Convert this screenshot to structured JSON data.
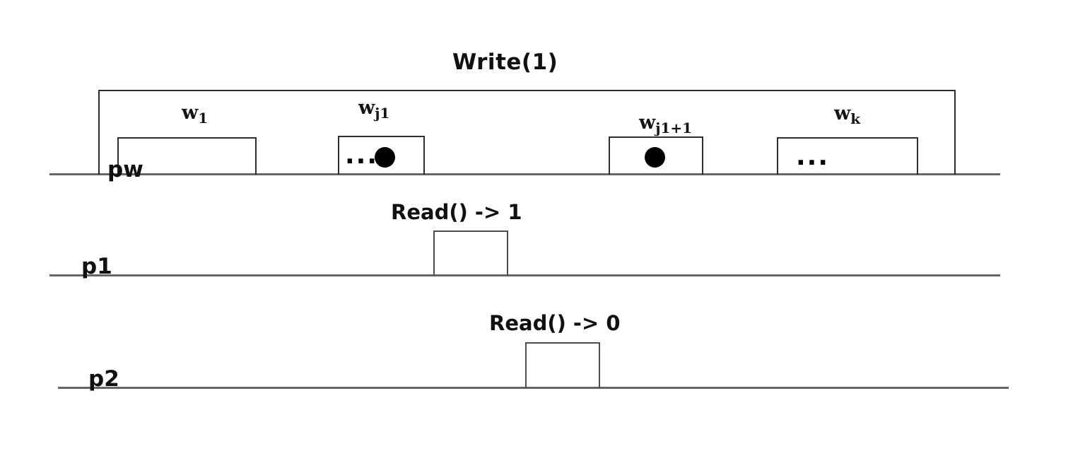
{
  "colors": {
    "background": "#ffffff",
    "timeline": "#666666",
    "box_border": "#2b2b2b",
    "text": "#111111"
  },
  "title": "Write(1)",
  "processes": [
    {
      "label": "pw"
    },
    {
      "label": "p1"
    },
    {
      "label": "p2"
    }
  ],
  "writes": [
    {
      "base": "w",
      "sub": "1",
      "marker": "none"
    },
    {
      "base": "w",
      "sub": "j1",
      "marker": "ellipsis+bullet"
    },
    {
      "base": "w",
      "sub": "j1+1",
      "marker": "bullet"
    },
    {
      "base": "w",
      "sub": "k",
      "marker": "ellipsis"
    }
  ],
  "reads": [
    {
      "label": "Read() -> 1",
      "process": "p1"
    },
    {
      "label": "Read() -> 0",
      "process": "p2"
    }
  ],
  "markers": {
    "ellipsis": "...",
    "bullet": "●"
  }
}
